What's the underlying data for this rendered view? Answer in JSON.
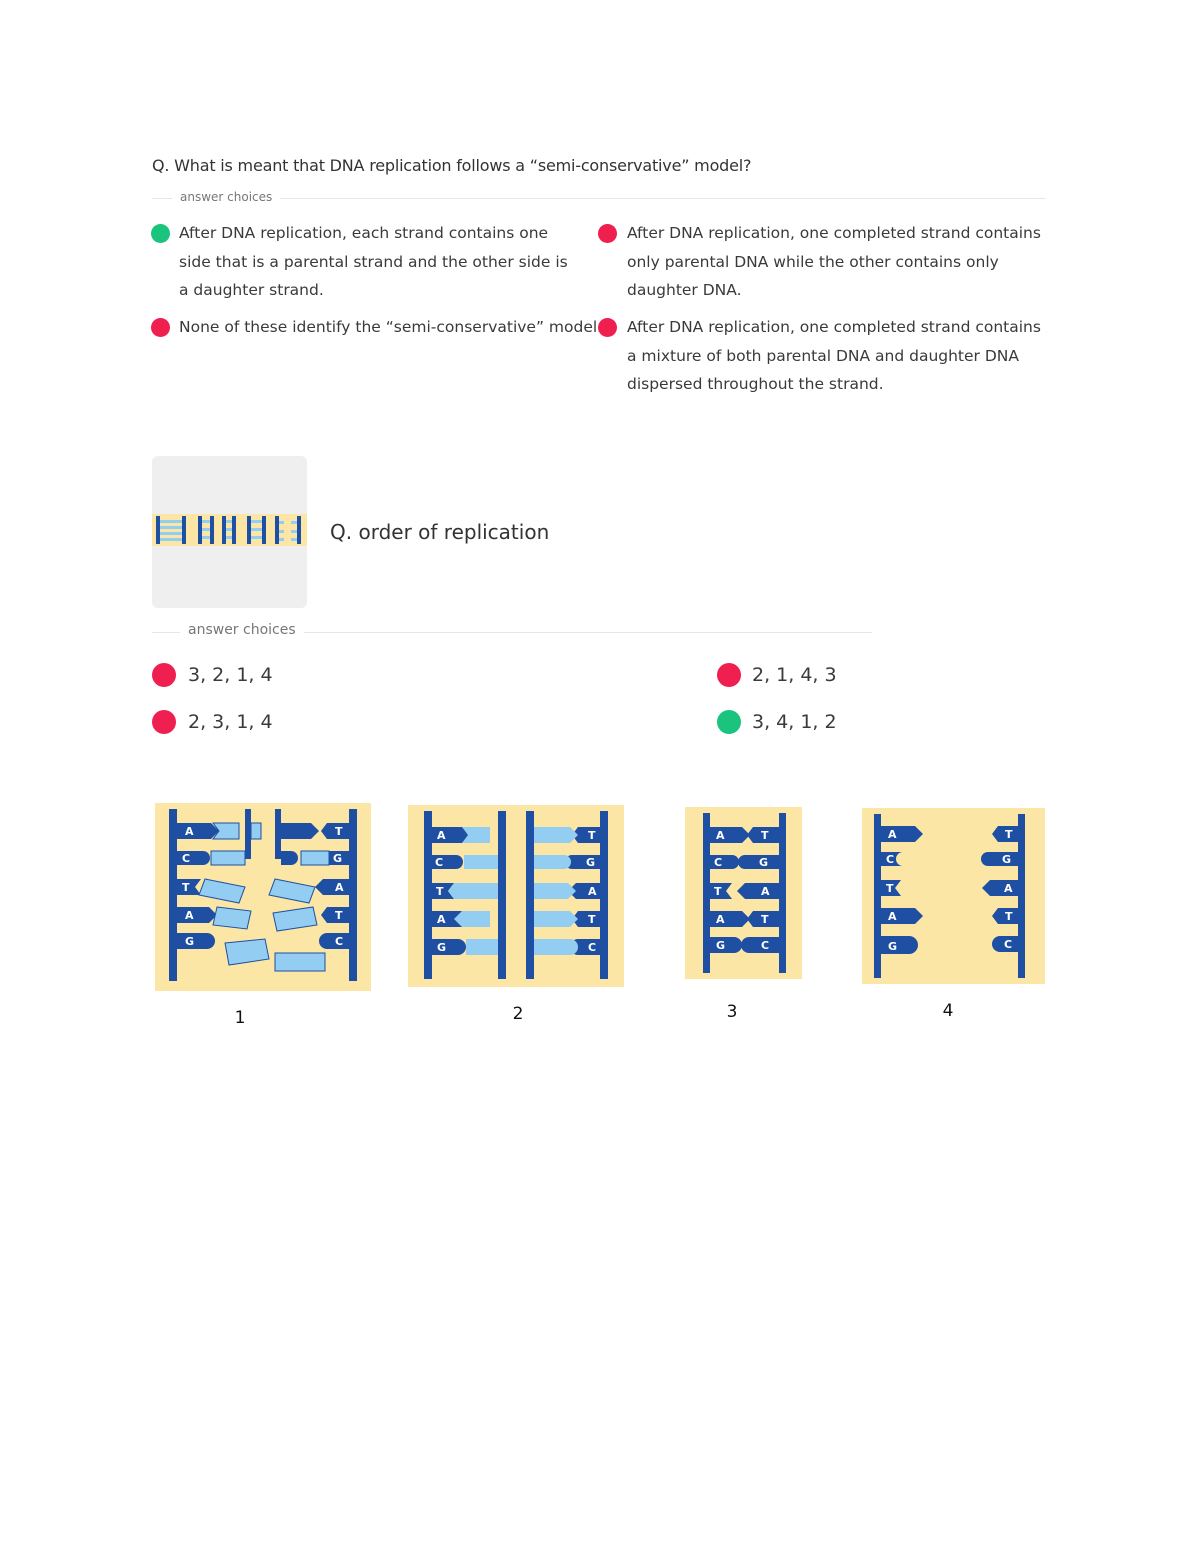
{
  "colors": {
    "correct": "#1bc47d",
    "incorrect": "#ef1f4f",
    "backbone": "#1e4fa3",
    "daughter": "#93cdf1",
    "panel_bg": "#fbe6a6"
  },
  "question1": {
    "text": "Q. What is meant that DNA replication follows a “semi-conservative” model?",
    "section_label": "answer choices",
    "choices": [
      {
        "status": "correct",
        "text": "After DNA replication, each strand contains one side that is a parental strand and the other side is a daughter strand."
      },
      {
        "status": "incorrect",
        "text": "After DNA replication, one completed strand contains only parental DNA while the other contains only daughter DNA."
      },
      {
        "status": "incorrect",
        "text": "None of these identify the “semi-conservative” model."
      },
      {
        "status": "incorrect",
        "text": "After DNA replication, one completed strand contains a mixture of both parental DNA and daughter DNA dispersed throughout the strand."
      }
    ]
  },
  "question2": {
    "text": "Q. order of replication",
    "section_label": "answer choices",
    "choices": [
      {
        "status": "incorrect",
        "text": "3, 2, 1, 4"
      },
      {
        "status": "incorrect",
        "text": "2, 1, 4, 3"
      },
      {
        "status": "incorrect",
        "text": "2, 3, 1, 4"
      },
      {
        "status": "correct",
        "text": "3, 4, 1, 2"
      }
    ]
  },
  "figure": {
    "labels": [
      "1",
      "2",
      "3",
      "4"
    ],
    "bases_left": [
      "A",
      "C",
      "T",
      "A",
      "G"
    ],
    "bases_right": [
      "T",
      "G",
      "A",
      "T",
      "C"
    ]
  }
}
